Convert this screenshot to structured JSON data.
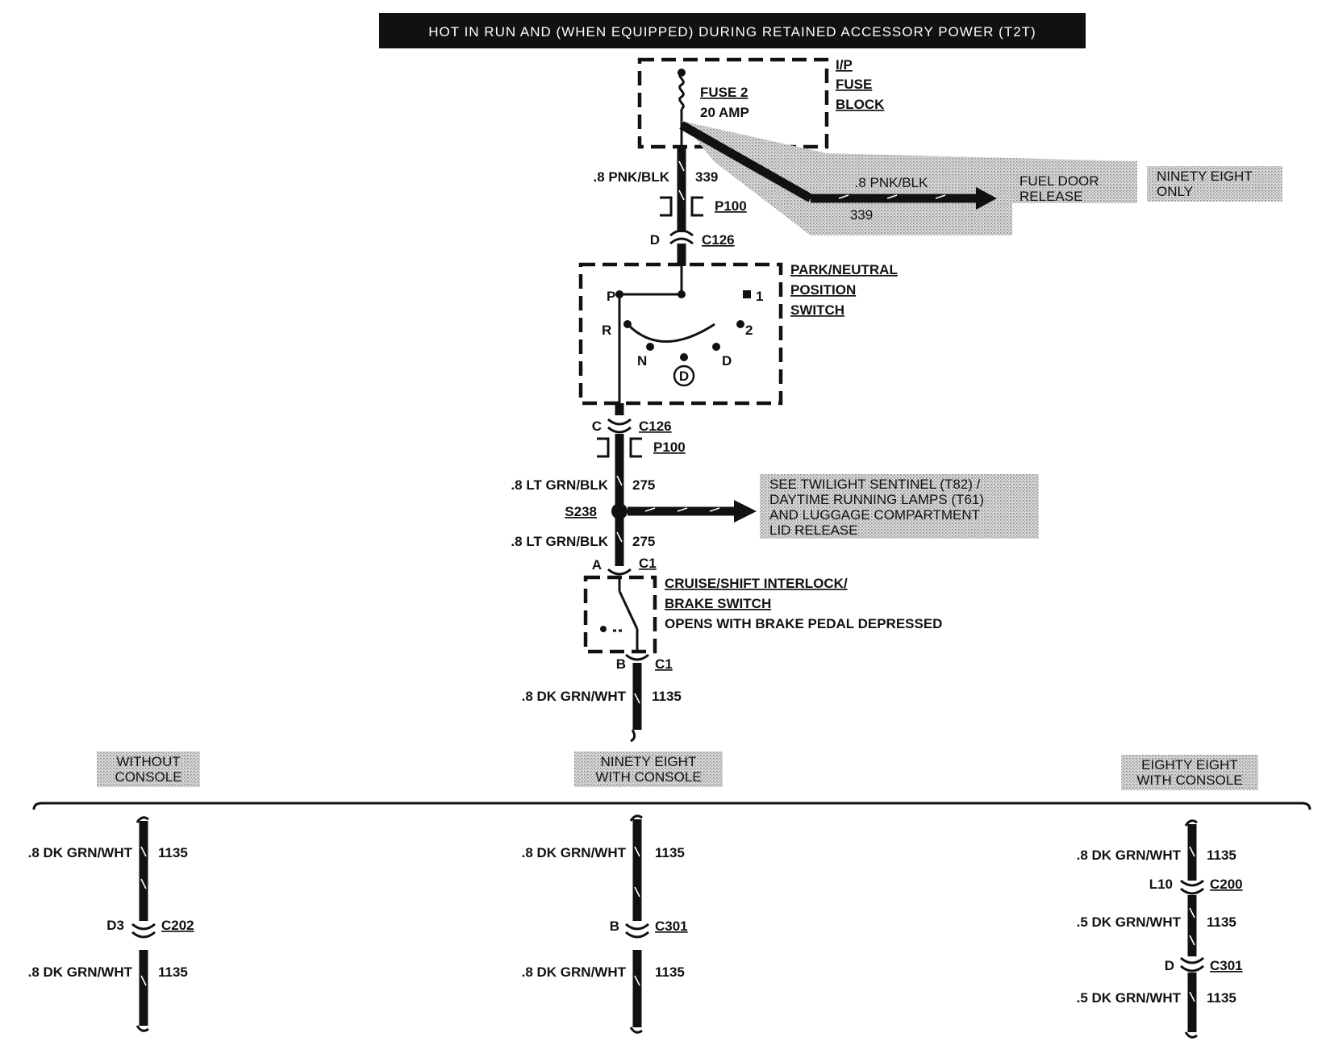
{
  "header": "HOT IN RUN AND (WHEN EQUIPPED) DURING RETAINED ACCESSORY POWER (T2T)",
  "fuse_block": {
    "label_lines": [
      "I/P",
      "FUSE",
      "BLOCK"
    ],
    "fuse_name": "FUSE 2",
    "fuse_rating": "20 AMP"
  },
  "wire_top": {
    "gauge_color": ".8 PNK/BLK",
    "circuit": "339"
  },
  "connector_p100_top": "P100",
  "connector_c126_top": {
    "pin": "D",
    "name": "C126"
  },
  "fuel_branch": {
    "gauge_color": ".8 PNK/BLK",
    "circuit": "339",
    "destination_lines": [
      "FUEL DOOR",
      "RELEASE"
    ],
    "note_lines": [
      "NINETY EIGHT",
      "ONLY"
    ]
  },
  "pn_switch": {
    "label_lines": [
      "PARK/NEUTRAL",
      "POSITION",
      "SWITCH"
    ],
    "positions": {
      "p": "P",
      "r": "R",
      "n": "N",
      "d_center": "D",
      "d": "D",
      "one": "1",
      "two": "2"
    }
  },
  "connector_c126_bottom": {
    "pin": "C",
    "name": "C126"
  },
  "connector_p100_bottom": "P100",
  "wire_275_upper": {
    "gauge_color": ".8 LT GRN/BLK",
    "circuit": "275"
  },
  "splice": {
    "name": "S238",
    "note_lines": [
      "SEE TWILIGHT SENTINEL (T82) /",
      "DAYTIME RUNNING LAMPS (T61)",
      "AND LUGGAGE COMPARTMENT",
      "LID RELEASE"
    ]
  },
  "wire_275_lower": {
    "gauge_color": ".8 LT GRN/BLK",
    "circuit": "275"
  },
  "brake_switch": {
    "top_pin": "A",
    "top_connector": "C1",
    "label_lines": [
      "CRUISE/SHIFT INTERLOCK/",
      "BRAKE SWITCH"
    ],
    "note": "OPENS WITH BRAKE PEDAL DEPRESSED",
    "bottom_pin": "B",
    "bottom_connector": "C1"
  },
  "wire_1135_main": {
    "gauge_color": ".8 DK GRN/WHT",
    "circuit": "1135"
  },
  "branches": [
    {
      "title_lines": [
        "WITHOUT",
        "CONSOLE"
      ],
      "wire_upper": {
        "gauge_color": ".8 DK GRN/WHT",
        "circuit": "1135"
      },
      "connector": {
        "pin": "D3",
        "name": "C202"
      },
      "wire_lower": {
        "gauge_color": ".8 DK GRN/WHT",
        "circuit": "1135"
      }
    },
    {
      "title_lines": [
        "NINETY EIGHT",
        "WITH CONSOLE"
      ],
      "wire_upper": {
        "gauge_color": ".8 DK GRN/WHT",
        "circuit": "1135"
      },
      "connector": {
        "pin": "B",
        "name": "C301"
      },
      "wire_lower": {
        "gauge_color": ".8 DK GRN/WHT",
        "circuit": "1135"
      }
    },
    {
      "title_lines": [
        "EIGHTY EIGHT",
        "WITH CONSOLE"
      ],
      "wire_upper": {
        "gauge_color": ".8 DK GRN/WHT",
        "circuit": "1135"
      },
      "connector1": {
        "pin": "L10",
        "name": "C200"
      },
      "wire_middle": {
        "gauge_color": ".5 DK GRN/WHT",
        "circuit": "1135"
      },
      "connector2": {
        "pin": "D",
        "name": "C301"
      },
      "wire_lower": {
        "gauge_color": ".5 DK GRN/WHT",
        "circuit": "1135"
      }
    }
  ]
}
